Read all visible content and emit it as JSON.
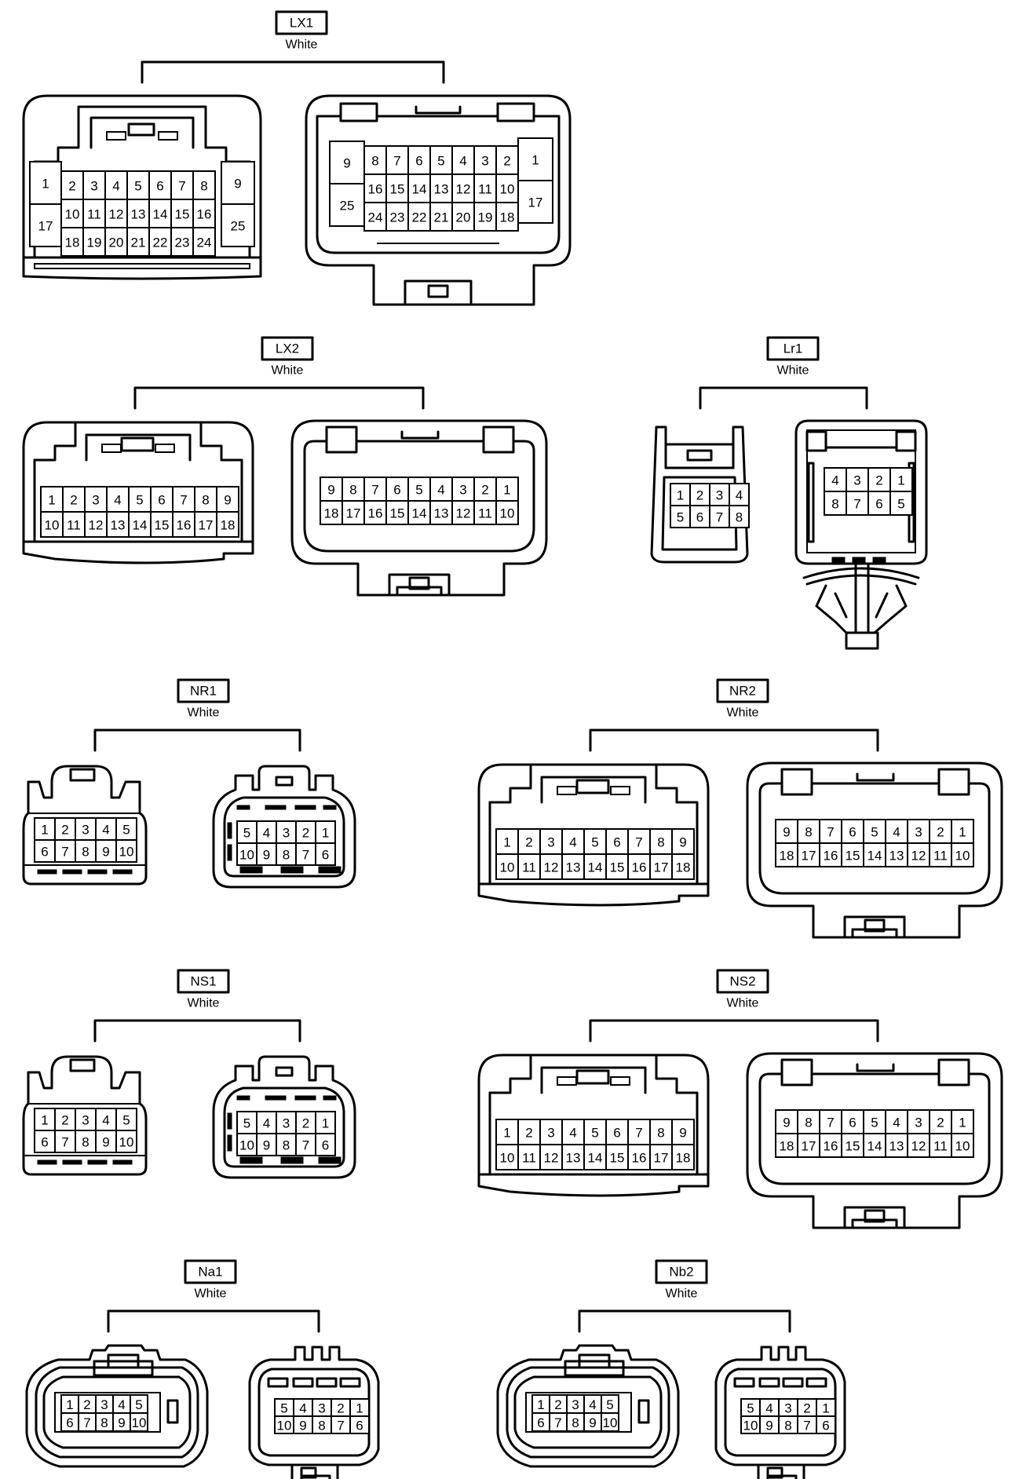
{
  "connectors": [
    {
      "id": "LX1",
      "label": "LX1",
      "color": "White"
    },
    {
      "id": "LX2",
      "label": "LX2",
      "color": "White"
    },
    {
      "id": "Lr1",
      "label": "Lr1",
      "color": "White"
    },
    {
      "id": "NR1",
      "label": "NR1",
      "color": "White"
    },
    {
      "id": "NR2",
      "label": "NR2",
      "color": "White"
    },
    {
      "id": "NS1",
      "label": "NS1",
      "color": "White"
    },
    {
      "id": "NS2",
      "label": "NS2",
      "color": "White"
    },
    {
      "id": "Na1",
      "label": "Na1",
      "color": "White"
    },
    {
      "id": "Nb2",
      "label": "Nb2",
      "color": "White"
    }
  ],
  "pin_layouts": {
    "lx1_male_inner_rows": [
      [
        "2",
        "3",
        "4",
        "5",
        "6",
        "7",
        "8"
      ],
      [
        "10",
        "11",
        "12",
        "13",
        "14",
        "15",
        "16"
      ],
      [
        "18",
        "19",
        "20",
        "21",
        "22",
        "23",
        "24"
      ]
    ],
    "lx1_male_side_left": [
      "1",
      "17"
    ],
    "lx1_male_side_right": [
      "9",
      "25"
    ],
    "lx1_female_inner_rows": [
      [
        "8",
        "7",
        "6",
        "5",
        "4",
        "3",
        "2"
      ],
      [
        "16",
        "15",
        "14",
        "13",
        "12",
        "11",
        "10"
      ],
      [
        "24",
        "23",
        "22",
        "21",
        "20",
        "19",
        "18"
      ]
    ],
    "lx1_female_side_left": [
      "9",
      "25"
    ],
    "lx1_female_side_right": [
      "1",
      "17"
    ],
    "male_18": [
      [
        "1",
        "2",
        "3",
        "4",
        "5",
        "6",
        "7",
        "8",
        "9"
      ],
      [
        "10",
        "11",
        "12",
        "13",
        "14",
        "15",
        "16",
        "17",
        "18"
      ]
    ],
    "female_18": [
      [
        "9",
        "8",
        "7",
        "6",
        "5",
        "4",
        "3",
        "2",
        "1"
      ],
      [
        "18",
        "17",
        "16",
        "15",
        "14",
        "13",
        "12",
        "11",
        "10"
      ]
    ],
    "male_8": [
      [
        "1",
        "2",
        "3",
        "4"
      ],
      [
        "5",
        "6",
        "7",
        "8"
      ]
    ],
    "female_8": [
      [
        "4",
        "3",
        "2",
        "1"
      ],
      [
        "8",
        "7",
        "6",
        "5"
      ]
    ],
    "male_10": [
      [
        "1",
        "2",
        "3",
        "4",
        "5"
      ],
      [
        "6",
        "7",
        "8",
        "9",
        "10"
      ]
    ],
    "female_10": [
      [
        "5",
        "4",
        "3",
        "2",
        "1"
      ],
      [
        "10",
        "9",
        "8",
        "7",
        "6"
      ]
    ]
  }
}
